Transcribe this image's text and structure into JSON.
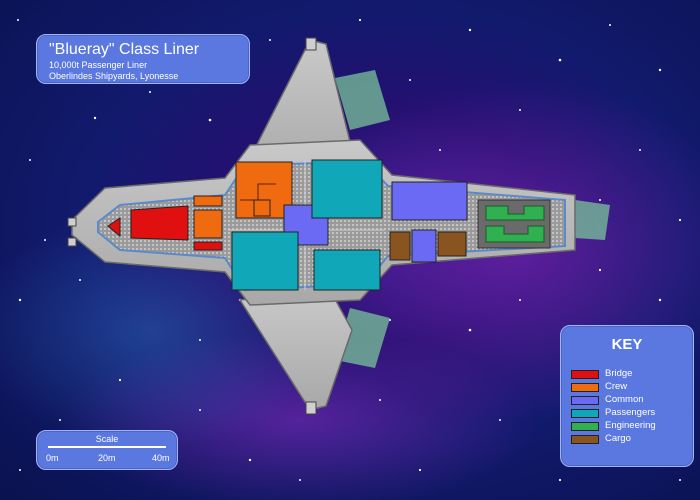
{
  "title": {
    "main": "\"Blueray\" Class Liner",
    "line1": "10,000t Passenger Liner",
    "line2": "Oberlindes Shipyards, Lyonesse"
  },
  "scale": {
    "label": "Scale",
    "ticks": [
      "0m",
      "20m",
      "40m"
    ]
  },
  "key": {
    "heading": "KEY",
    "items": [
      {
        "label": "Bridge",
        "color": "#e01010"
      },
      {
        "label": "Crew",
        "color": "#f06a10"
      },
      {
        "label": "Common",
        "color": "#6a6af4"
      },
      {
        "label": "Passengers",
        "color": "#10a8b8"
      },
      {
        "label": "Engineering",
        "color": "#30b050"
      },
      {
        "label": "Cargo",
        "color": "#8a5420"
      }
    ]
  },
  "colors": {
    "hull": "#b8b8b8",
    "hull_dark": "#7e7e7e",
    "corridor": "#9a9a9a",
    "panel": "#5a78e0",
    "space": "#121a6e"
  }
}
